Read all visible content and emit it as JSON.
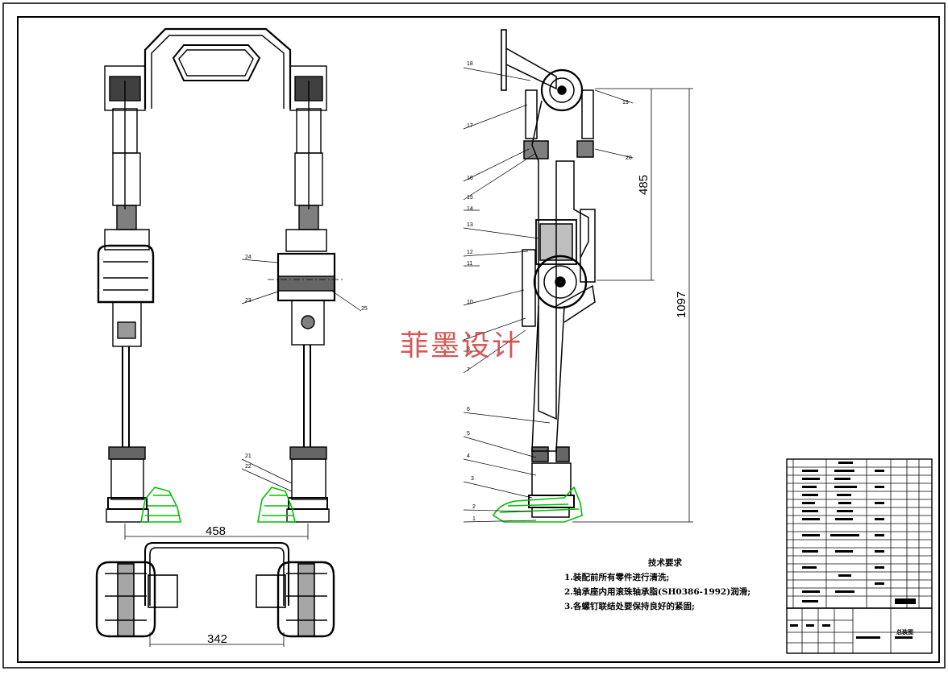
{
  "dimensions": {
    "front_width": "458",
    "top_width": "342",
    "side_height_upper": "485",
    "side_height_total": "1097"
  },
  "part_labels": [
    "1",
    "2",
    "3",
    "4",
    "5",
    "6",
    "7",
    "8",
    "9",
    "10",
    "11",
    "12",
    "13",
    "14",
    "15",
    "16",
    "17",
    "18",
    "19",
    "20",
    "21",
    "22",
    "23",
    "24",
    "25"
  ],
  "technical_requirements": {
    "title": "技术要求",
    "items": [
      "1.装配前所有零件进行清洗;",
      "2.轴承座内用滚珠轴承脂(SH0386-1992)润滑;",
      "3.各螺钉联结处要保持良好的紧固;"
    ]
  },
  "watermark": "菲墨设计",
  "title_block": {
    "drawing_name": "总装图"
  },
  "colors": {
    "line": "#000000",
    "shoe": "#00c000",
    "watermark": "#d23a3a"
  }
}
